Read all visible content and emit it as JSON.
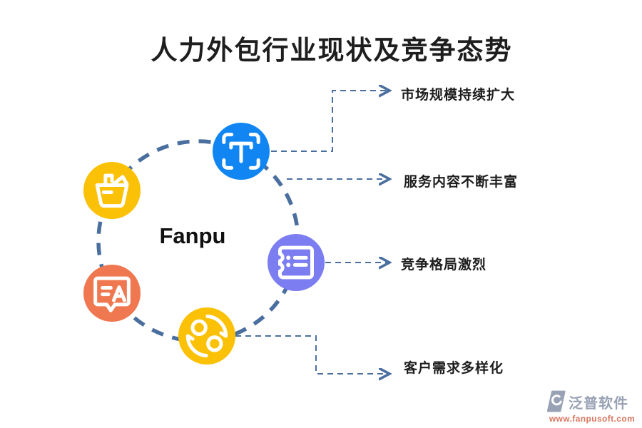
{
  "title": "人力外包行业现状及竞争态势",
  "center_label": "Fanpu",
  "nodes": [
    {
      "id": "text-scan",
      "icon": "text-scan-icon",
      "color": "#1186f2"
    },
    {
      "id": "basket",
      "icon": "basket-icon",
      "color": "#fbc107"
    },
    {
      "id": "chat-translate",
      "icon": "chat-translate-icon",
      "color": "#ef7850"
    },
    {
      "id": "ticket",
      "icon": "ticket-icon",
      "color": "#7b7df0"
    },
    {
      "id": "sync",
      "icon": "sync-icon",
      "color": "#fbc107"
    }
  ],
  "labels": [
    {
      "text": "市场规模持续扩大"
    },
    {
      "text": "服务内容不断丰富"
    },
    {
      "text": "竞争格局激烈"
    },
    {
      "text": "客户需求多样化"
    }
  ],
  "colors": {
    "connector": "#4a6f9f",
    "dashed_circle": "#4a6f9f",
    "title_text": "#1e1e1e",
    "icon_stroke": "#ffffff"
  },
  "footer": {
    "brand": "泛普软件",
    "url": "www.fanpusoft.com",
    "brand_color": "#98a2b4",
    "url_color": "#d8765f"
  }
}
